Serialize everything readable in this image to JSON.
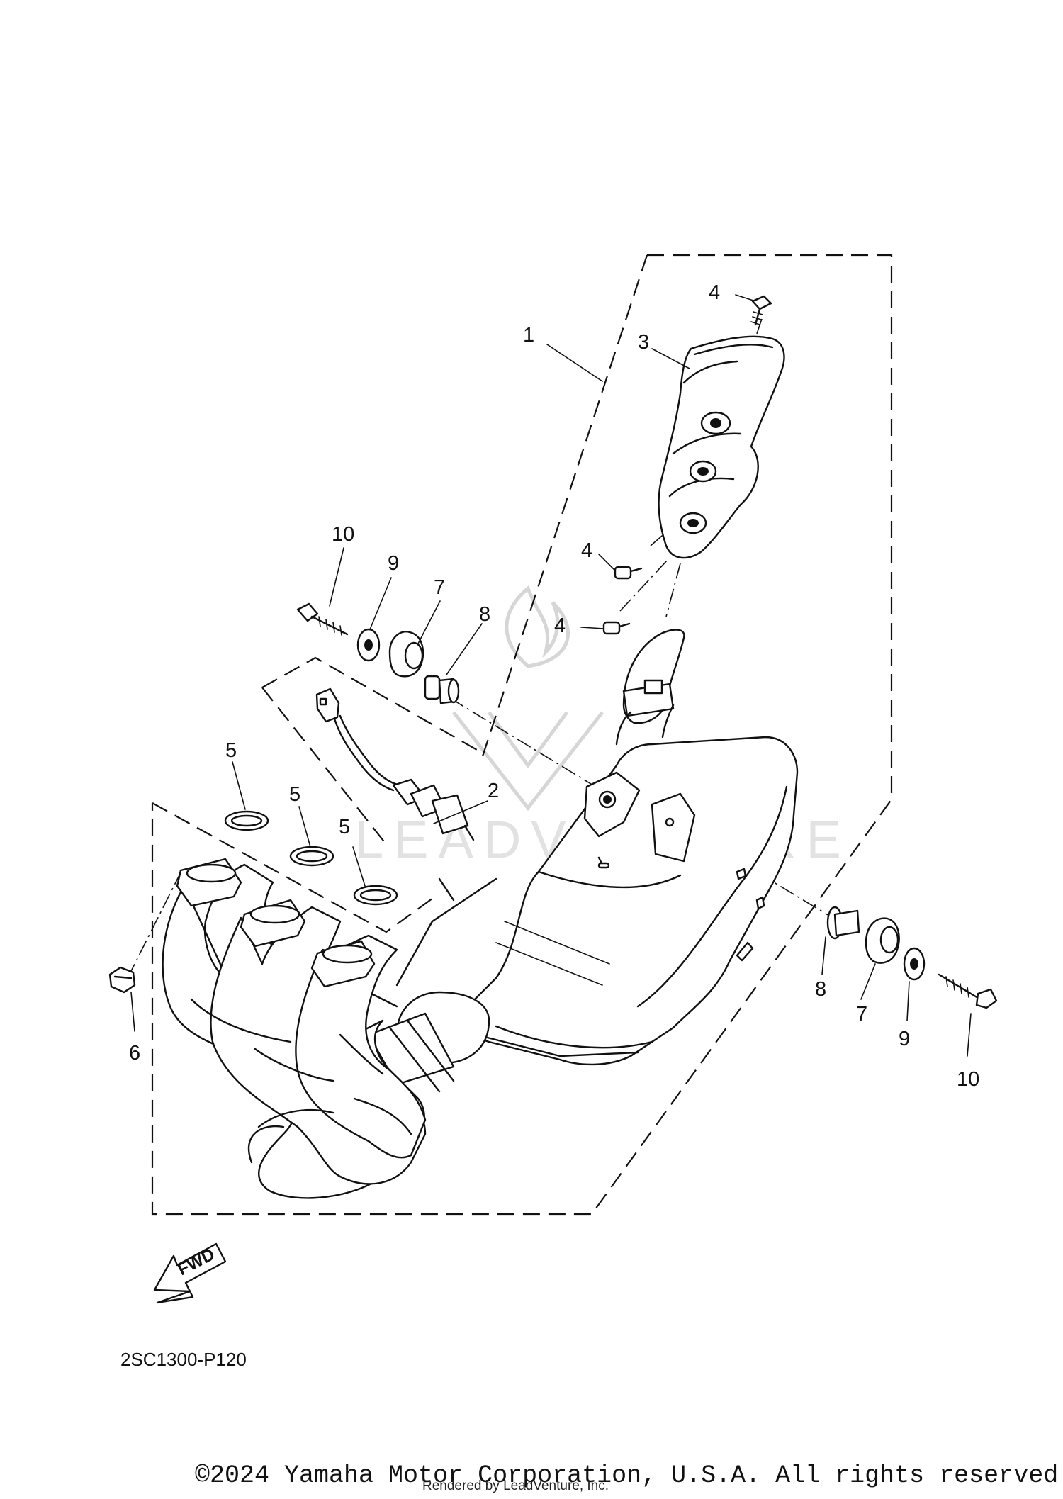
{
  "diagram": {
    "code": "2SC1300-P120",
    "direction_label": "FWD",
    "watermark": "LEADVENTURE",
    "callouts": [
      {
        "id": "c1",
        "label": "1"
      },
      {
        "id": "c2",
        "label": "2"
      },
      {
        "id": "c3",
        "label": "3"
      },
      {
        "id": "c4a",
        "label": "4"
      },
      {
        "id": "c4b",
        "label": "4"
      },
      {
        "id": "c4c",
        "label": "4"
      },
      {
        "id": "c5a",
        "label": "5"
      },
      {
        "id": "c5b",
        "label": "5"
      },
      {
        "id": "c5c",
        "label": "5"
      },
      {
        "id": "c6",
        "label": "6"
      },
      {
        "id": "c7a",
        "label": "7"
      },
      {
        "id": "c7b",
        "label": "7"
      },
      {
        "id": "c8a",
        "label": "8"
      },
      {
        "id": "c8b",
        "label": "8"
      },
      {
        "id": "c9a",
        "label": "9"
      },
      {
        "id": "c9b",
        "label": "9"
      },
      {
        "id": "c10a",
        "label": "10"
      },
      {
        "id": "c10b",
        "label": "10"
      }
    ]
  },
  "footer": {
    "copyright": "©2024 Yamaha Motor Corporation, U.S.A. All rights reserved.",
    "rendered_by": "Rendered by LeadVenture, Inc."
  }
}
